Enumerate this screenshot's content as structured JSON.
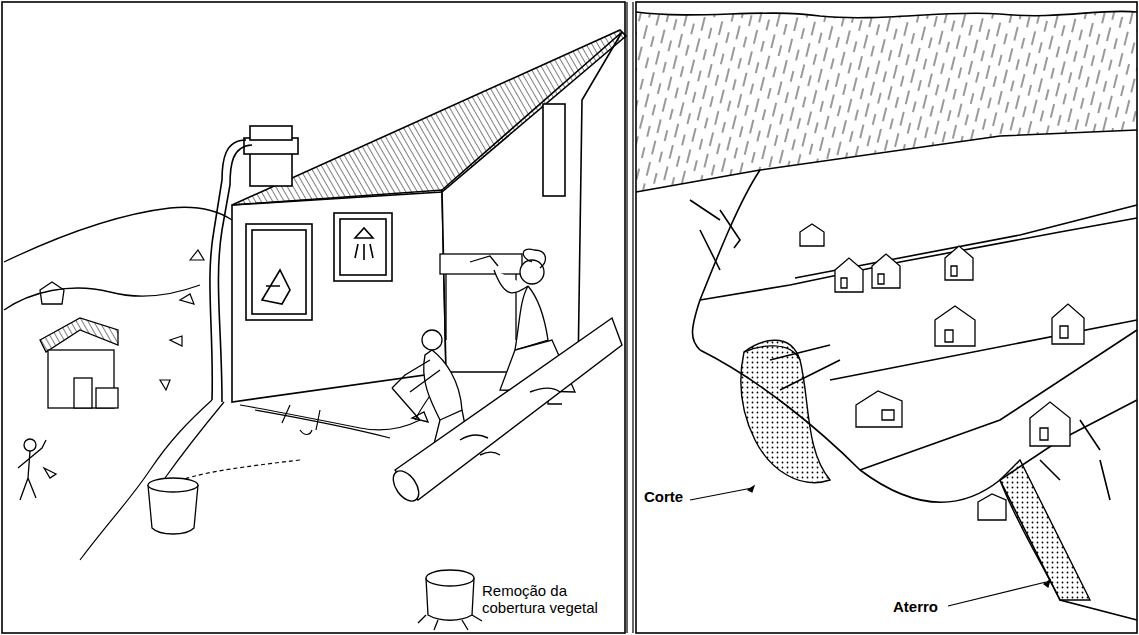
{
  "diagram": {
    "labels": [
      "Remoção da cobertura vegetal",
      "Corte",
      "Aterro"
    ]
  }
}
